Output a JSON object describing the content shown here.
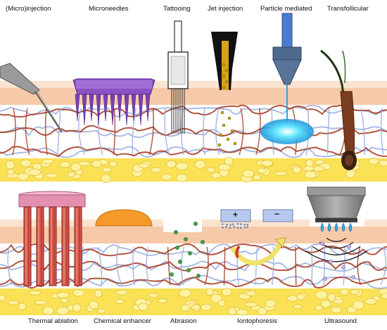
{
  "top_labels": [
    "(Micro)injection",
    "Microneedles",
    "Tattooing",
    "Jet injection",
    "Particle mediated",
    "Transfollicular"
  ],
  "bottom_labels": [
    "Thermal ablation",
    "Chemical enhancer",
    "Abrasion",
    "Iontophoresis",
    "Ultrasound"
  ],
  "electrodes": {
    "anode": "+",
    "cathode": "−"
  },
  "colors": {
    "epidermis": "#f6c9a8",
    "stratum_corneum": "#fbe3cf",
    "dermis": "#ffffff",
    "fat": "#fae156",
    "collagen": "#a8412a",
    "elastin": "#9aaee0",
    "microneedle": "#8c52c4",
    "ablation_array": "#e58fb0",
    "ablation_rods": "#c9453d",
    "chemical_drop": "#f39a2b",
    "particle_beam": "#3aa6e0",
    "ultrasound_head": "#8a8a8a",
    "iontophoresis_plate": "#9fb6e4"
  }
}
